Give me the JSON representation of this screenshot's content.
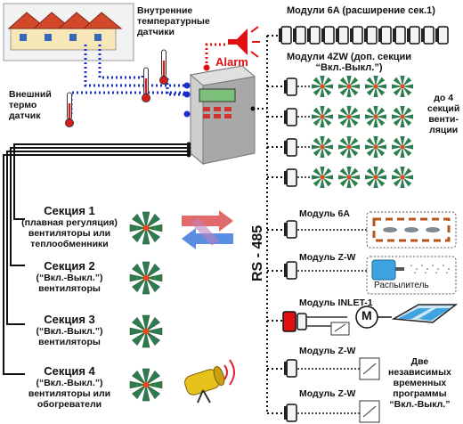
{
  "labels": {
    "internal_sensors": [
      "Внутренние",
      "температурные",
      "датчики"
    ],
    "external_sensor": [
      "Внешний",
      "термо",
      "датчик"
    ],
    "alarm": "Alarm",
    "modules_6a_top": "Модули 6A (расширение сек.1)",
    "modules_4zw": [
      "Модули 4ZW (доп. секции",
      "“Вкл.-Выкл.”)"
    ],
    "upto4": [
      "до 4",
      "секций",
      "венти-",
      "ляции"
    ],
    "rs485": "RS - 485",
    "module_6a": "Модуль 6A",
    "module_zw_1": "Модуль Z-W",
    "sprayer": "Распылитель",
    "module_inlet": "Модуль INLET-1",
    "motor_symbol": "M",
    "module_zw_2": "Модуль Z-W",
    "module_zw_3": "Модуль Z-W",
    "timers_note": [
      "Две",
      "независимых",
      "временных",
      "программы",
      "“Вкл.-Выкл.”"
    ]
  },
  "sections": [
    {
      "title": "Секция 1",
      "lines": [
        "(плавная регуляция)",
        "вентиляторы или",
        "теплообменники"
      ]
    },
    {
      "title": "Секция 2",
      "lines": [
        "(“Вкл.-Выкл.”)",
        "вентиляторы"
      ]
    },
    {
      "title": "Секция 3",
      "lines": [
        "(“Вкл.-Выкл.”)",
        "вентиляторы"
      ]
    },
    {
      "title": "Секция 4",
      "lines": [
        "(“Вкл.-Выкл.”)",
        "вентиляторы или",
        "обогреватели"
      ]
    }
  ],
  "colors": {
    "fan_green": "#2e7d4f",
    "fan_center": "#e84a1a",
    "blue_wire": "#1a2fd0",
    "red": "#e01010",
    "controller": "#c8c8c8",
    "roof": "#d4482a"
  }
}
